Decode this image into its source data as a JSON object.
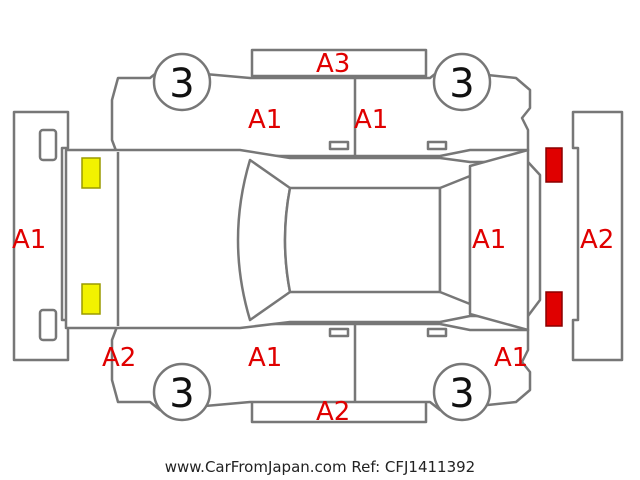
{
  "tire_badges": [
    "3",
    "3",
    "3",
    "3"
  ],
  "damage_labels": {
    "roof_front_door_left": "A1",
    "roof_rear_door_left": "A1",
    "top_panel": "A3",
    "front_bumper": "A1",
    "front_right_corner": "A2",
    "right_front_door": "A1",
    "rear_window_area": "A1",
    "rear_bumper": "A2",
    "rear_right_corner": "A1",
    "bottom_panel": "A2"
  },
  "light_colors": {
    "front_lights": "#f2f200",
    "rear_lights": "#e00000"
  },
  "footer": "www.CarFromJapan.com Ref: CFJ1411392"
}
